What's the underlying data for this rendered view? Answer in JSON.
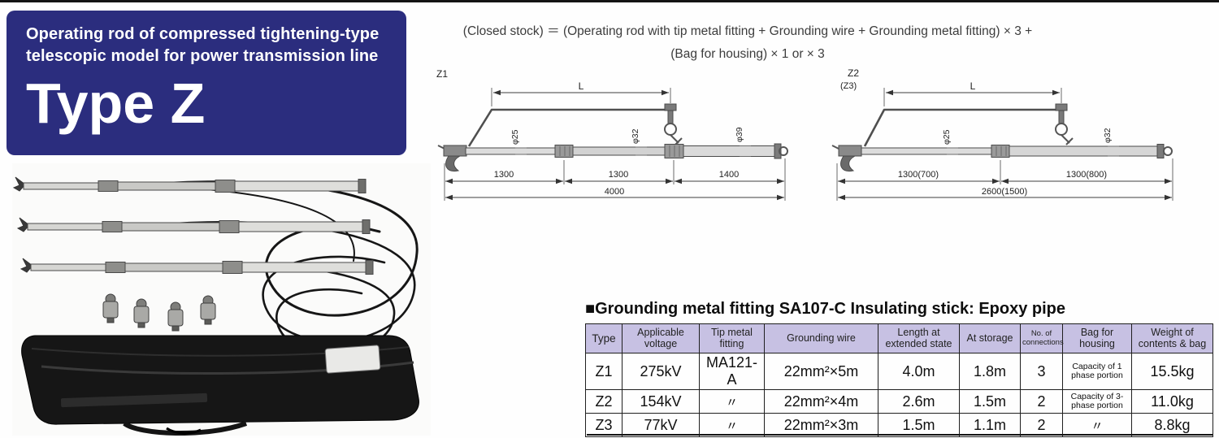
{
  "theme": {
    "banner_bg": "#2b2d7e",
    "table_header_bg": "#c7c1e3",
    "rule": "#141414"
  },
  "banner": {
    "subtitle_line1": "Operating rod of compressed tightening-type",
    "subtitle_line2": "telescopic model for power transmission line",
    "title": "Type Z"
  },
  "formula": {
    "line1": "(Closed stock) ＝ (Operating rod with tip metal fitting + Grounding wire + Grounding metal fitting) × 3 +",
    "line2": "(Bag for housing) × 1 or × 3"
  },
  "diagrams": {
    "z1": {
      "label": "Z1",
      "length_label": "L",
      "dia_labels": [
        "φ25",
        "φ32",
        "φ39"
      ],
      "segment_dims": [
        "1300",
        "1300",
        "1400"
      ],
      "total_dim": "4000"
    },
    "z2": {
      "label": "Z2",
      "sub_label": "(Z3)",
      "length_label": "L",
      "dia_labels": [
        "φ25",
        "φ32"
      ],
      "segment_dims": [
        "1300(700)",
        "1300(800)"
      ],
      "total_dim": "2600(1500)"
    }
  },
  "spec_table": {
    "title": "■Grounding metal fitting SA107-C Insulating stick: Epoxy pipe",
    "headers": [
      "Type",
      "Applicable voltage",
      "Tip metal fitting",
      "Grounding wire",
      "Length at extended state",
      "At storage",
      "No. of connections",
      "Bag for housing",
      "Weight of contents & bag"
    ],
    "rows": [
      [
        "Z1",
        "275kV",
        "MA121-A",
        "22mm²×5m",
        "4.0m",
        "1.8m",
        "3",
        "Capacity of 1 phase portion",
        "15.5kg"
      ],
      [
        "Z2",
        "154kV",
        "〃",
        "22mm²×4m",
        "2.6m",
        "1.5m",
        "2",
        "Capacity of 3-phase portion",
        "11.0kg"
      ],
      [
        "Z3",
        "77kV",
        "〃",
        "22mm²×3m",
        "1.5m",
        "1.1m",
        "2",
        "〃",
        "8.8kg"
      ]
    ]
  }
}
